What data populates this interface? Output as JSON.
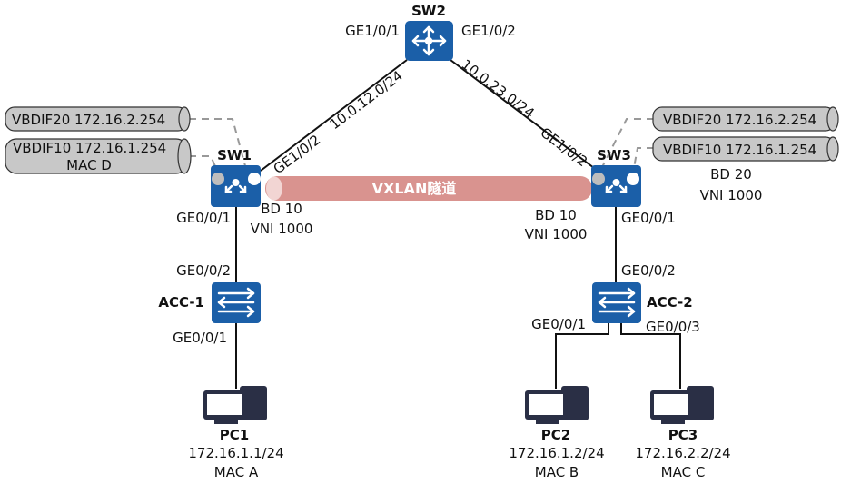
{
  "colors": {
    "device_blue": "#1b5fa8",
    "tunnel_fill": "#d9938f",
    "tunnel_end": "#f2d5d3",
    "cylinder_fill": "#c8c8c8",
    "link": "#111111",
    "dashed": "#999999",
    "pc_dark": "#2a2f45"
  },
  "devices": {
    "sw2": {
      "name": "SW2",
      "icon": "router-icon",
      "port_left": "GE1/0/1",
      "port_right": "GE1/0/2"
    },
    "sw1": {
      "name": "SW1",
      "icon": "core-switch-icon",
      "uplink_port": "GE1/0/2",
      "downlink_port": "GE0/0/1",
      "bd": "BD 10",
      "vni": "VNI 1000"
    },
    "sw3": {
      "name": "SW3",
      "icon": "core-switch-icon",
      "uplink_port": "GE1/0/2",
      "downlink_port": "GE0/0/1",
      "bd10": "BD 10",
      "vni10": "VNI 1000",
      "bd20": "BD 20",
      "vni20": "VNI 1000"
    },
    "acc1": {
      "name": "ACC-1",
      "icon": "access-switch-icon",
      "uplink_port": "GE0/0/2",
      "downlink_port": "GE0/0/1"
    },
    "acc2": {
      "name": "ACC-2",
      "icon": "access-switch-icon",
      "uplink_port": "GE0/0/2",
      "port_left": "GE0/0/1",
      "port_right": "GE0/0/3"
    },
    "pc1": {
      "name": "PC1",
      "icon": "pc-icon",
      "ip": "172.16.1.1/24",
      "mac": "MAC A"
    },
    "pc2": {
      "name": "PC2",
      "icon": "pc-icon",
      "ip": "172.16.1.2/24",
      "mac": "MAC B"
    },
    "pc3": {
      "name": "PC3",
      "icon": "pc-icon",
      "ip": "172.16.2.2/24",
      "mac": "MAC C"
    }
  },
  "links": {
    "sw1_sw2_subnet": "10.0.12.0/24",
    "sw2_sw3_subnet": "10.0.23.0/24",
    "tunnel_label": "VXLAN隧道"
  },
  "interfaces": {
    "sw1_vbdif20": "VBDIF20 172.16.2.254",
    "sw1_vbdif10": "VBDIF10 172.16.1.254",
    "sw1_mac": "MAC D",
    "sw3_vbdif20": "VBDIF20 172.16.2.254",
    "sw3_vbdif10": "VBDIF10 172.16.1.254"
  }
}
